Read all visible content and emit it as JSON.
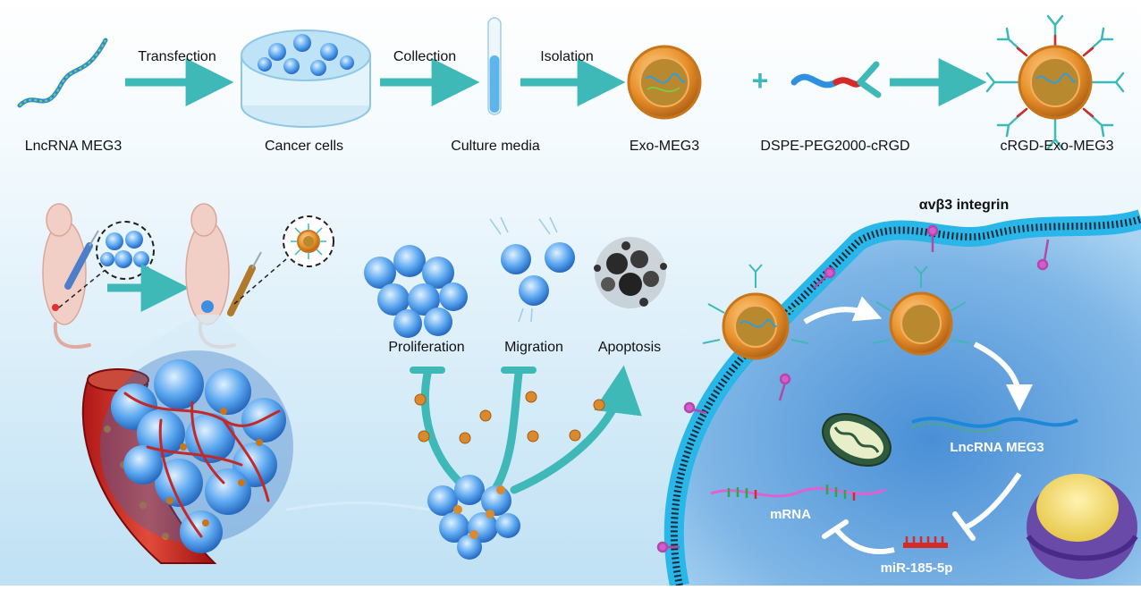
{
  "top_flow": {
    "start_label": "LncRNA MEG3",
    "step1_arrow": "Transfection",
    "cells_label": "Cancer cells",
    "step2_arrow": "Collection",
    "media_label": "Culture media",
    "step3_arrow": "Isolation",
    "exo_label": "Exo-MEG3",
    "plus_sign": "+",
    "ligand_label": "DSPE-PEG2000-cRGD",
    "product_label": "cRGD-Exo-MEG3"
  },
  "effects": {
    "proliferation": "Proliferation",
    "migration": "Migration",
    "apoptosis": "Apoptosis"
  },
  "cell": {
    "receptor_label": "αvβ3 integrin",
    "lncrna_label": "LncRNA MEG3",
    "mrna_label": "mRNA",
    "mirna_label": "miR-185-5p"
  },
  "colors": {
    "arrow_teal": "#3fb8b8",
    "membrane_blue": "#29b6e8",
    "exosome_orange": "#e8902a",
    "rna_red": "#d42a2a",
    "cell_blue": "#3c8fe0"
  }
}
